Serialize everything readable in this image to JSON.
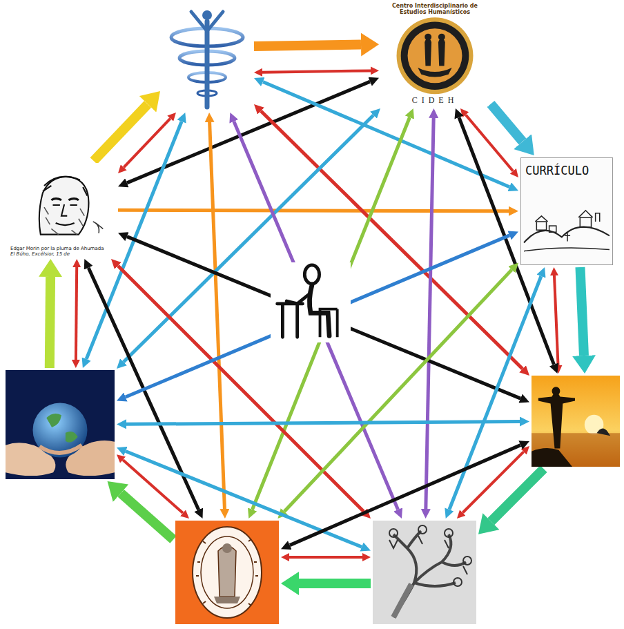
{
  "diagram": {
    "nodes": [
      {
        "text": []
      },
      {
        "text": [
          "Centro Interdisciplinario de Estudios Humanísticos",
          "CIDEH"
        ]
      },
      {
        "text": [
          "Edgar Morin por la pluma de Ahumada",
          "El Búho, Excélsior, 15 de"
        ]
      },
      {
        "text": [
          "CURRÍCULO"
        ]
      },
      {
        "text": []
      },
      {
        "text": []
      },
      {
        "text": []
      },
      {
        "text": []
      },
      {
        "text": []
      }
    ],
    "edges": [
      {
        "from": 0,
        "to": 1,
        "arrow": "to"
      },
      {
        "from": 1,
        "to": 3,
        "arrow": "to"
      },
      {
        "from": 3,
        "to": 6,
        "arrow": "to"
      },
      {
        "from": 6,
        "to": 8,
        "arrow": "to"
      },
      {
        "from": 8,
        "to": 7,
        "arrow": "to"
      },
      {
        "from": 7,
        "to": 5,
        "arrow": "to"
      },
      {
        "from": 5,
        "to": 2,
        "arrow": "to"
      },
      {
        "from": 2,
        "to": 0,
        "arrow": "to"
      },
      {
        "from": 0,
        "to": 1,
        "arrow": "both"
      },
      {
        "from": 1,
        "to": 3,
        "arrow": "both"
      },
      {
        "from": 3,
        "to": 6,
        "arrow": "both"
      },
      {
        "from": 6,
        "to": 8,
        "arrow": "both"
      },
      {
        "from": 8,
        "to": 7,
        "arrow": "both"
      },
      {
        "from": 7,
        "to": 5,
        "arrow": "both"
      },
      {
        "from": 5,
        "to": 2,
        "arrow": "both"
      },
      {
        "from": 2,
        "to": 0,
        "arrow": "both"
      },
      {
        "from": 1,
        "to": 2,
        "arrow": "both"
      },
      {
        "from": 0,
        "to": 7,
        "arrow": "both"
      },
      {
        "from": 2,
        "to": 3,
        "arrow": "to"
      },
      {
        "from": 0,
        "to": 3,
        "arrow": "both"
      },
      {
        "from": 0,
        "to": 6,
        "arrow": "both"
      },
      {
        "from": 1,
        "to": 8,
        "arrow": "both"
      },
      {
        "from": 1,
        "to": 6,
        "arrow": "both"
      },
      {
        "from": 1,
        "to": 5,
        "arrow": "both"
      },
      {
        "from": 0,
        "to": 5,
        "arrow": "both"
      },
      {
        "from": 1,
        "to": 7,
        "arrow": "both"
      },
      {
        "from": 0,
        "to": 8,
        "arrow": "both"
      },
      {
        "from": 2,
        "to": 6,
        "arrow": "both"
      },
      {
        "from": 2,
        "to": 8,
        "arrow": "both"
      },
      {
        "from": 2,
        "to": 7,
        "arrow": "both"
      },
      {
        "from": 3,
        "to": 5,
        "arrow": "both"
      },
      {
        "from": 3,
        "to": 7,
        "arrow": "both"
      },
      {
        "from": 3,
        "to": 8,
        "arrow": "both"
      },
      {
        "from": 5,
        "to": 6,
        "arrow": "both"
      },
      {
        "from": 5,
        "to": 8,
        "arrow": "both"
      },
      {
        "from": 6,
        "to": 7,
        "arrow": "both"
      }
    ]
  }
}
